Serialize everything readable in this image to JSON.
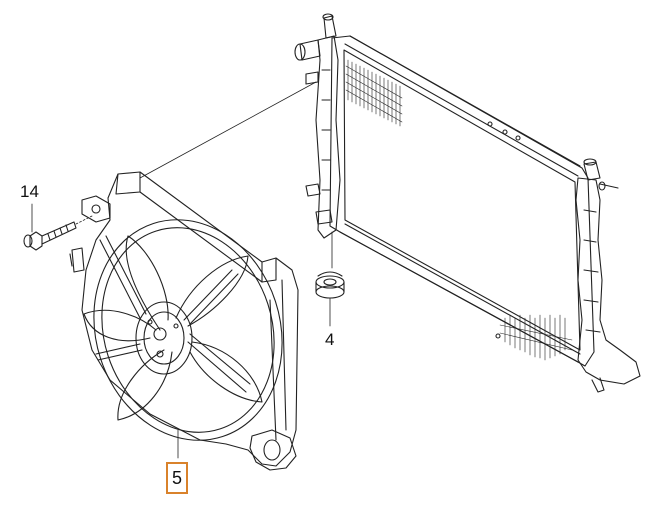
{
  "callouts": {
    "bolt": "14",
    "mount": "4",
    "fan": "5"
  },
  "colors": {
    "line": "#222222",
    "highlight": "#d9822b"
  }
}
